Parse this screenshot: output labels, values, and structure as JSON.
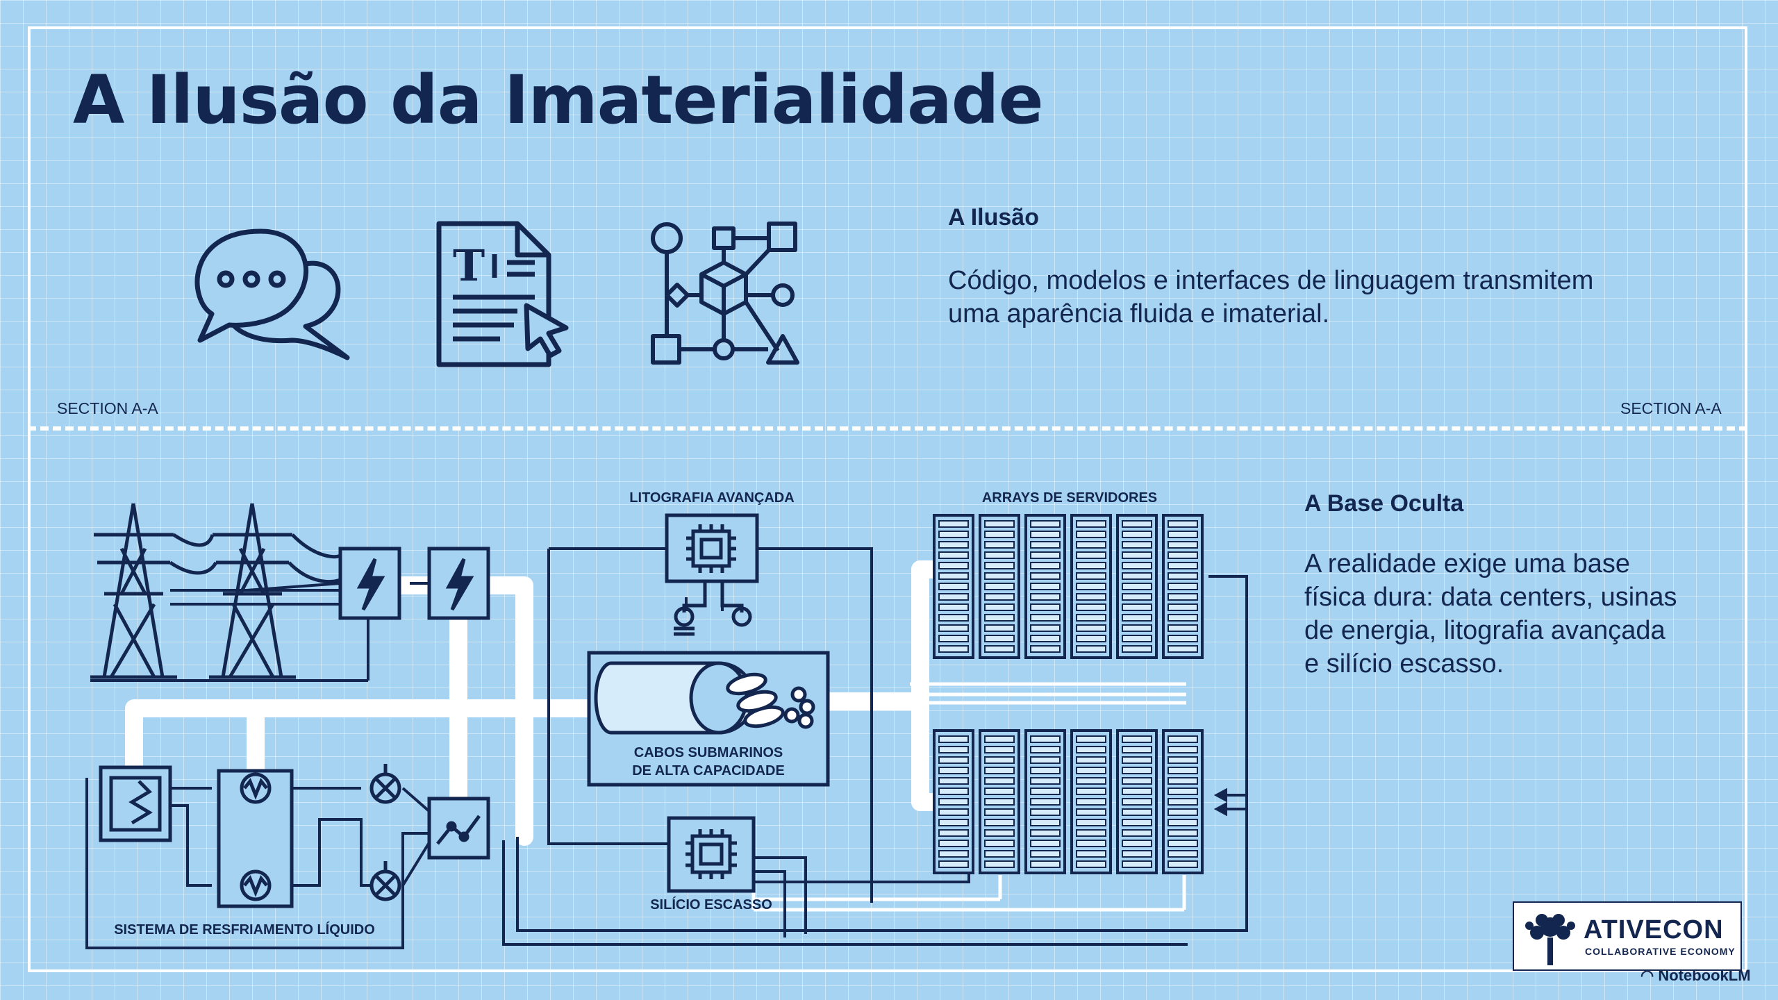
{
  "title": "A Ilusão da Imaterialidade",
  "illusion": {
    "heading": "A Ilusão",
    "body_line1": "Código, modelos e interfaces de linguagem transmitem",
    "body_line2": "uma aparência fluida e imaterial.",
    "icons": [
      "chat-bubbles-icon",
      "text-document-cursor-icon",
      "model-graph-icon"
    ]
  },
  "section": {
    "left": "SECTION A-A",
    "right": "SECTION A-A"
  },
  "base": {
    "heading": "A Base Oculta",
    "body_line1": "A realidade exige uma base",
    "body_line2": "física dura: data centers, usinas",
    "body_line3": "de energia, litografia avançada",
    "body_line4": "e silício escasso."
  },
  "diagram": {
    "lithography": "LITOGRAFIA AVANÇADA",
    "servers": "ARRAYS DE SERVIDORES",
    "cable_line1": "CABOS SUBMARINOS",
    "cable_line2": "DE ALTA CAPACIDADE",
    "silicon": "SILÍCIO ESCASSO",
    "cooling": "SISTEMA DE RESFRIAMENTO LÍQUIDO"
  },
  "brand": {
    "logo": "ATIVECON",
    "tagline": "COLLABORATIVE ECONOMY",
    "watermark": "NotebookLM"
  },
  "colors": {
    "background": "#a6d3f2",
    "ink": "#13264f",
    "line": "#ffffff"
  }
}
